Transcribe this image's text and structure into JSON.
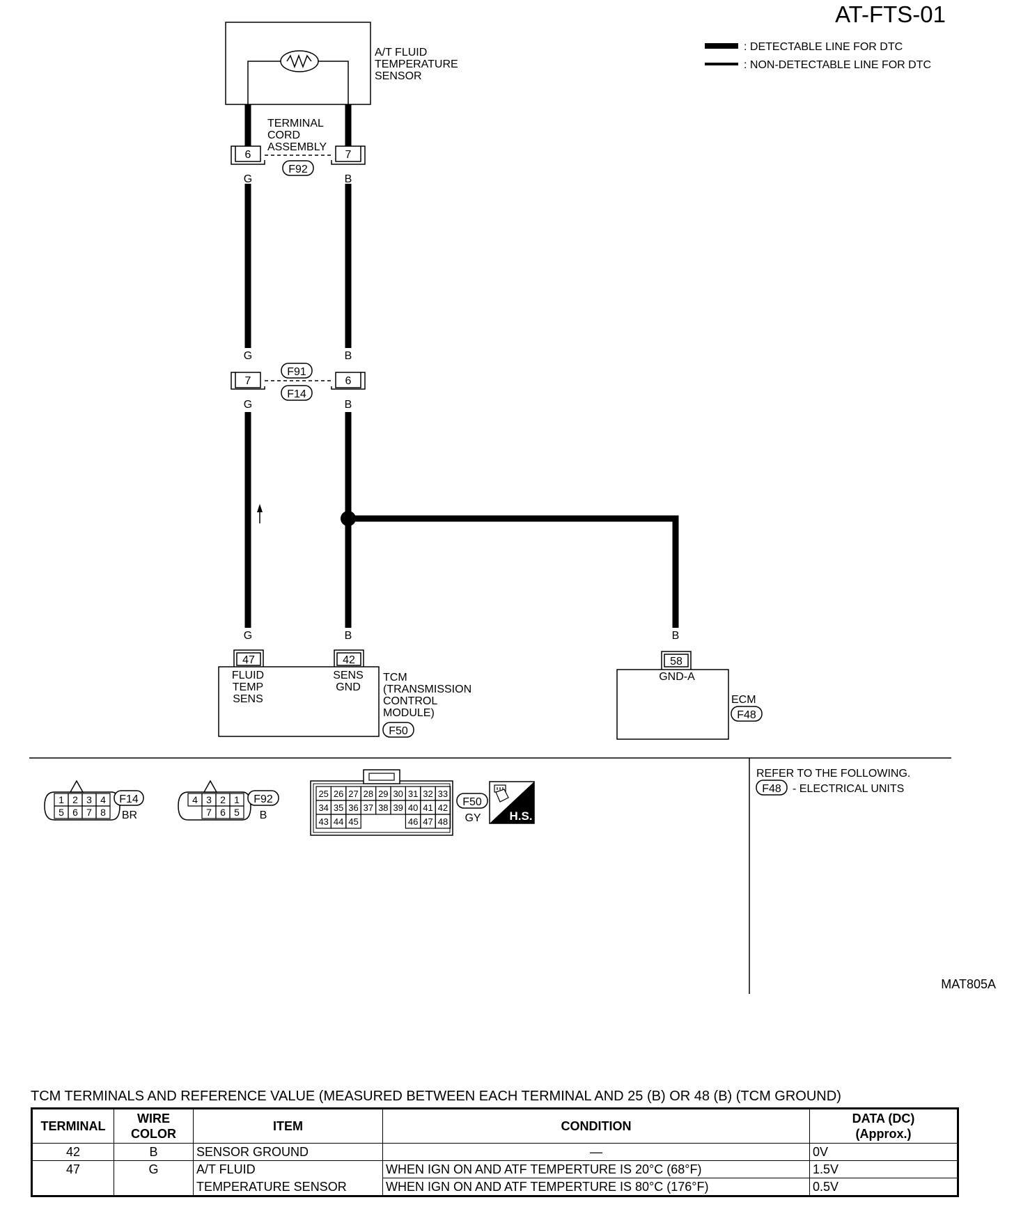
{
  "title": "AT-FTS-01",
  "legend": {
    "detectable": ": DETECTABLE LINE FOR DTC",
    "non_detectable": ": NON-DETECTABLE LINE FOR DTC"
  },
  "sensor": {
    "line1": "A/T FLUID",
    "line2": "TEMPERATURE",
    "line3": "SENSOR"
  },
  "terminal_cord": {
    "line1": "TERMINAL",
    "line2": "CORD",
    "line3": "ASSEMBLY",
    "connector": "F92"
  },
  "f92_pins": {
    "left": "6",
    "right": "7"
  },
  "wire_colors": {
    "g": "G",
    "b": "B"
  },
  "f91_f14": {
    "top": "F91",
    "bottom": "F14",
    "left_pin": "7",
    "right_pin": "6"
  },
  "tcm": {
    "pin47": "47",
    "pin42": "42",
    "fluid_l1": "FLUID",
    "fluid_l2": "TEMP",
    "fluid_l3": "SENS",
    "sens_l1": "SENS",
    "sens_l2": "GND",
    "name_l1": "TCM",
    "name_l2": "(TRANSMISSION",
    "name_l3": "CONTROL",
    "name_l4": "MODULE)",
    "connector": "F50"
  },
  "ecm": {
    "pin": "58",
    "pin_label": "GND-A",
    "name": "ECM",
    "connector": "F48"
  },
  "connector_views": {
    "f14": {
      "id": "F14",
      "color": "BR",
      "top": [
        "1",
        "2",
        "3",
        "4"
      ],
      "bottom": [
        "5",
        "6",
        "7",
        "8"
      ]
    },
    "f92": {
      "id": "F92",
      "color": "B",
      "top": [
        "4",
        "3",
        "2",
        "1"
      ],
      "bottom": [
        "7",
        "6",
        "5"
      ]
    },
    "f50": {
      "id": "F50",
      "color": "GY",
      "row1": [
        "25",
        "26",
        "27",
        "28",
        "29",
        "30",
        "31",
        "32",
        "33"
      ],
      "row2": [
        "34",
        "35",
        "36",
        "37",
        "38",
        "39",
        "40",
        "41",
        "42"
      ],
      "row3a": [
        "43",
        "44",
        "45"
      ],
      "row3b": [
        "46",
        "47",
        "48"
      ]
    },
    "hs_label": "H.S."
  },
  "refer": {
    "line1": "REFER TO THE FOLLOWING.",
    "connector": "F48",
    "line2": "- ELECTRICAL UNITS"
  },
  "figure_code": "MAT805A",
  "tcm_table": {
    "caption": "TCM TERMINALS AND REFERENCE VALUE (MEASURED BETWEEN EACH TERMINAL AND 25 (B) OR 48 (B) (TCM GROUND)",
    "headers": [
      "TERMINAL",
      "WIRE COLOR",
      "ITEM",
      "CONDITION",
      "DATA (DC)\n(Approx.)"
    ],
    "rows": [
      {
        "terminal": "42",
        "wire_color": "B",
        "item": "SENSOR GROUND",
        "condition": "—",
        "data": "0V"
      },
      {
        "terminal": "47",
        "wire_color": "G",
        "item": "A/T FLUID",
        "condition": "WHEN IGN ON AND ATF TEMPERTURE IS 20°C (68°F)",
        "data": "1.5V"
      },
      {
        "terminal": "",
        "wire_color": "",
        "item": "TEMPERATURE SENSOR",
        "condition": "WHEN IGN ON AND ATF TEMPERTURE IS 80°C (176°F)",
        "data": "0.5V"
      }
    ]
  }
}
